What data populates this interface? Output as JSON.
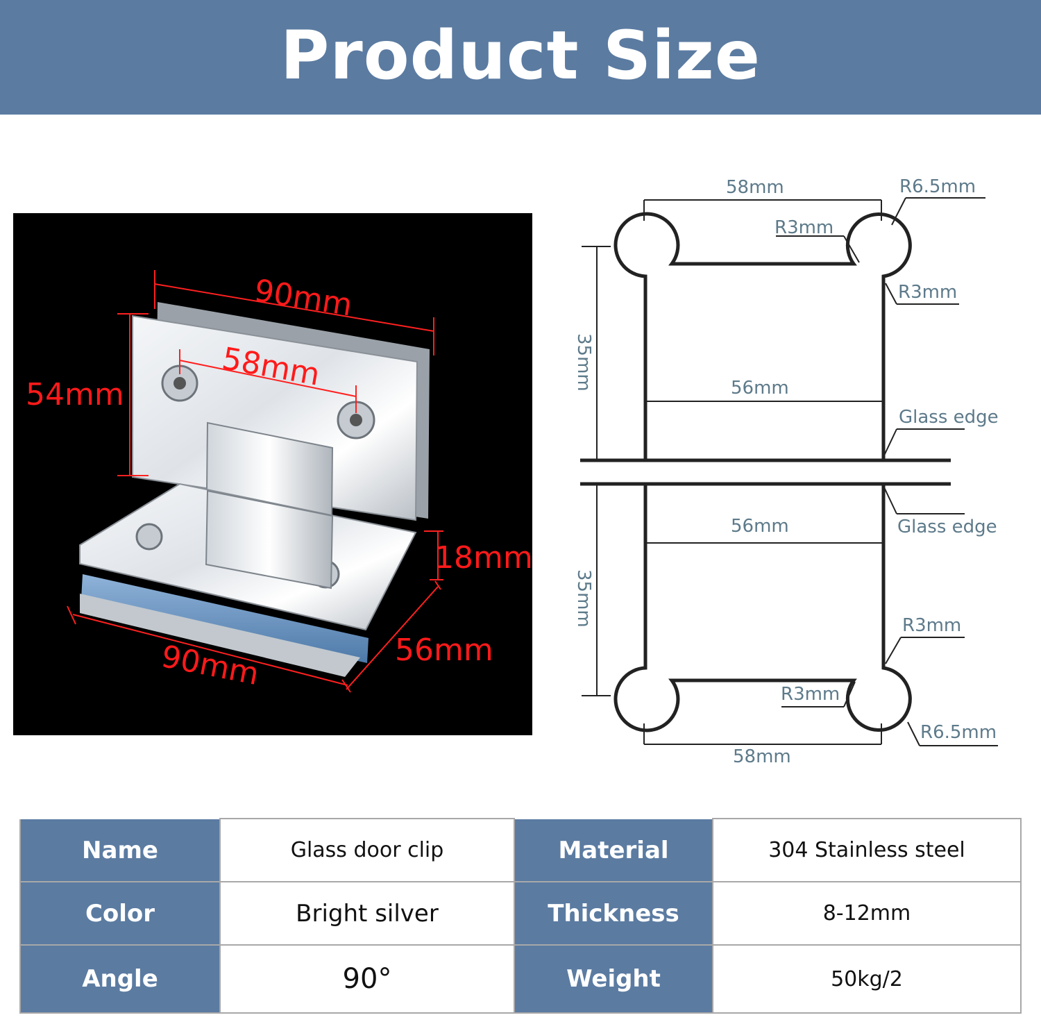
{
  "header": {
    "title": "Product Size"
  },
  "photo": {
    "labels": {
      "top_width": "90mm",
      "hole_spacing": "58mm",
      "height": "54mm",
      "thickness": "18mm",
      "depth": "56mm",
      "bottom_width": "90mm"
    },
    "label_color": "#ff1a1a"
  },
  "drawing": {
    "top_width": "58mm",
    "top_outer_radius": "R6.5mm",
    "top_inner_radius": "R3mm",
    "top_side_radius": "R3mm",
    "top_height": "35mm",
    "top_mid_width": "56mm",
    "top_glass_edge": "Glass edge",
    "bottom_glass_edge": "Glass edge",
    "bottom_mid_width": "56mm",
    "bottom_height": "35mm",
    "bottom_side_radius": "R3mm",
    "bottom_inner_radius": "R3mm",
    "bottom_outer_radius": "R6.5mm",
    "bottom_width": "58mm",
    "label_color": "#5d7a8a"
  },
  "specs": {
    "rows": [
      {
        "label1": "Name",
        "value1": "Glass door clip",
        "label2": "Material",
        "value2": "304 Stainless steel"
      },
      {
        "label1": "Color",
        "value1": "Bright silver",
        "label2": "Thickness",
        "value2": "8-12mm"
      },
      {
        "label1": "Angle",
        "value1": "90°",
        "label2": "Weight",
        "value2": "50kg/2"
      }
    ]
  },
  "colors": {
    "banner": "#5b7ba1",
    "label_cell": "#5b7ba1"
  }
}
